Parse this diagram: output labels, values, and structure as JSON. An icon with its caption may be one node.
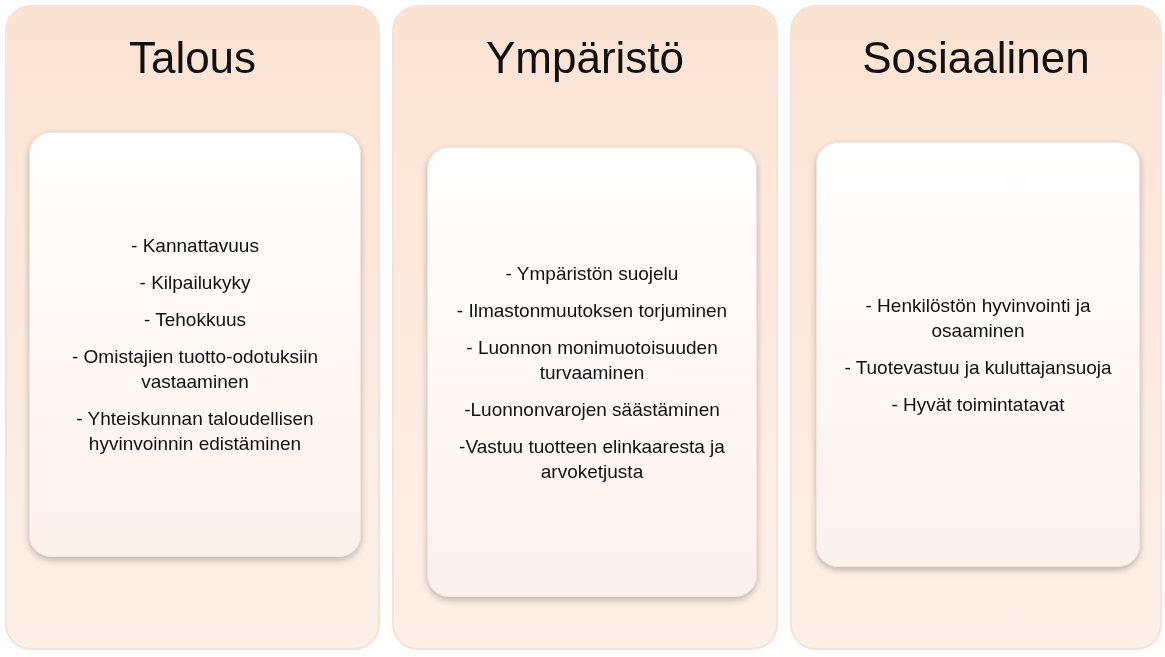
{
  "diagram": {
    "nodes": [
      {
        "text": [
          "Talous"
        ]
      },
      {
        "text": [
          "- Kannattavuus",
          "- Kilpailukyky",
          "- Tehokkuus",
          "- Omistajien tuotto-odotuksiin vastaaminen",
          "- Yhteiskunnan taloudellisen hyvinvoinnin edistäminen"
        ],
        "in": 0
      },
      {
        "text": [
          "Ympäristö"
        ]
      },
      {
        "text": [
          "- Ympäristön suojelu",
          "- Ilmastonmuutoksen torjuminen",
          "- Luonnon monimuotoisuuden turvaaminen",
          "-Luonnonvarojen säästäminen",
          "-Vastuu tuotteen elinkaaresta ja arvoketjusta"
        ],
        "in": 2
      },
      {
        "text": [
          "Sosiaalinen"
        ]
      },
      {
        "text": [
          "- Henkilöstön hyvinvointi ja osaaminen",
          "- Tuotevastuu ja kuluttajansuoja",
          "- Hyvät toimintatavat"
        ],
        "in": 4
      }
    ]
  }
}
